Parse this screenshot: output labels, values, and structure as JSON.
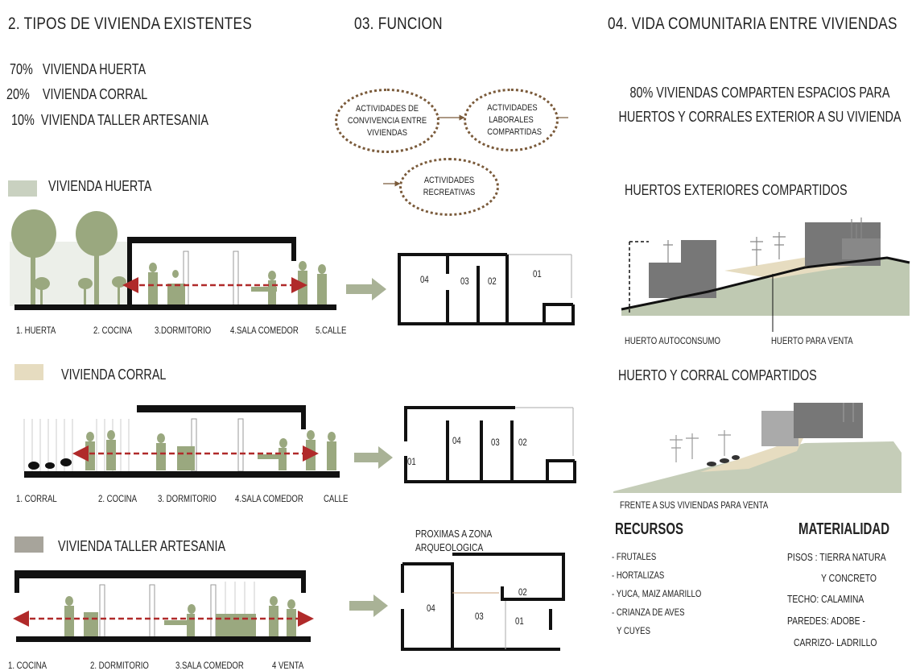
{
  "titles": {
    "tipos": "2. TIPOS DE VIVIENDA EXISTENTES",
    "funcion": "03. FUNCION",
    "vida": "04. VIDA COMUNITARIA ENTRE VIVIENDAS"
  },
  "percentages": [
    {
      "pct": "70%",
      "label": "VIVIENDA HUERTA"
    },
    {
      "pct": "20%",
      "label": "VIVIENDA CORRAL"
    },
    {
      "pct": "10%",
      "label": "VIVIENDA TALLER ARTESANIA"
    }
  ],
  "legend": {
    "huerta": {
      "label": "VIVIENDA HUERTA",
      "color": "#c9d1c0"
    },
    "corral": {
      "label": "VIVIENDA CORRAL",
      "color": "#e6dcc0"
    },
    "taller": {
      "label": "VIVIENDA  TALLER ARTESANIA",
      "color": "#a7a49b"
    }
  },
  "section_labels": {
    "huerta": [
      "1. HUERTA",
      "2.  COCINA",
      "3.DORMITORIO",
      "4.SALA COMEDOR",
      "5.CALLE"
    ],
    "corral": [
      "1. CORRAL",
      "2. COCINA",
      "3. DORMITORIO",
      "4.SALA COMEDOR",
      "CALLE"
    ],
    "taller": [
      "1. COCINA",
      "2.  DORMITORIO",
      "3.SALA COMEDOR",
      "4  VENTA"
    ]
  },
  "plans": {
    "huerta": [
      "04",
      "03",
      "02",
      "01"
    ],
    "corral": [
      "04",
      "03",
      "02",
      "01"
    ],
    "taller": [
      "02",
      "04",
      "03",
      "01"
    ]
  },
  "bubbles": {
    "b1": "ACTIVIDADES DE CONVIVENCIA ENTRE VIVIENDAS",
    "b2": "ACTIVIDADES LABORALES COMPARTIDAS",
    "b3": "ACTIVIDADES RECREATIVAS"
  },
  "arqueo": "PROXIMAS A ZONA ARQUEOLOGICA",
  "vida": {
    "stat": "80% VIVIENDAS  COMPARTEN ESPACIOS PARA HUERTOS Y CORRALES EXTERIOR A SU VIVIENDA",
    "huertos_title": "HUERTOS EXTERIORES COMPARTIDOS",
    "huerto_auto": "HUERTO AUTOCONSUMO",
    "huerto_venta": "HUERTO PARA VENTA",
    "corral_title": "HUERTO Y CORRAL COMPARTIDOS",
    "frente": "FRENTE A SUS VIVIENDAS  PARA VENTA"
  },
  "recursos": {
    "title": "RECURSOS",
    "items": [
      "-  FRUTALES",
      "- HORTALIZAS",
      "- YUCA, MAIZ AMARILLO",
      "- CRIANZA DE AVES",
      "  Y CUYES"
    ]
  },
  "materialidad": {
    "title": "MATERIALIDAD",
    "lines": [
      "PISOS : TIERRA NATURA",
      "Y CONCRETO",
      "TECHO: CALAMINA",
      "PAREDES: ADOBE -",
      "CARRIZO- LADRILLO"
    ]
  }
}
